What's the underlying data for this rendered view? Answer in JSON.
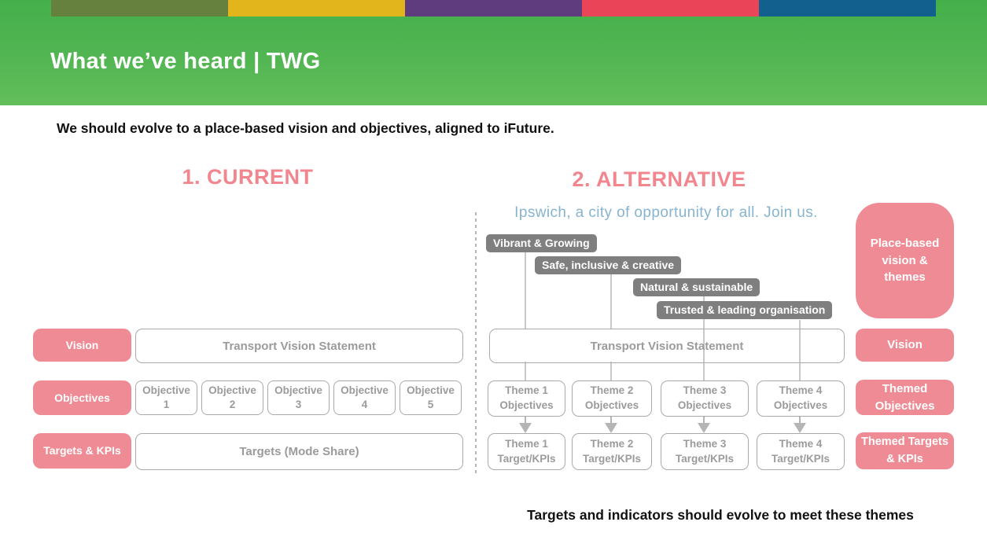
{
  "slide": {
    "title": "What we’ve heard | TWG",
    "intro": "We should evolve to a place-based vision and objectives, aligned to iFuture.",
    "footer_note": "Targets and indicators should evolve to meet these themes"
  },
  "colors": {
    "header_green": "#4fb451",
    "stripe_olive": "#66803e",
    "stripe_yellow": "#e2b51c",
    "stripe_purple": "#5e3c7d",
    "stripe_red": "#ea4458",
    "stripe_blue": "#11608d",
    "accent_pink": "#ef8b94",
    "heading_pink": "#f2868f",
    "theme_label_gray": "#7f7f7f",
    "box_border_gray": "#aaaaaa",
    "box_text_gray": "#9b9b9b",
    "quote_blue": "#87b4ce"
  },
  "row_labels": [
    "Vision",
    "Objectives",
    "Targets & KPIs"
  ],
  "current": {
    "heading": "1. CURRENT",
    "vision_box": "Transport Vision Statement",
    "objectives": [
      {
        "word": "Objective",
        "num": "1"
      },
      {
        "word": "Objective",
        "num": "2"
      },
      {
        "word": "Objective",
        "num": "3"
      },
      {
        "word": "Objective",
        "num": "4"
      },
      {
        "word": "Objective",
        "num": "5"
      }
    ],
    "targets_box": "Targets (Mode Share)"
  },
  "alternative": {
    "heading": "2. ALTERNATIVE",
    "vision_quote": "Ipswich, a city of opportunity for all. Join us.",
    "theme_labels": [
      "Vibrant & Growing",
      "Safe, inclusive & creative",
      "Natural & sustainable",
      "Trusted & leading organisation"
    ],
    "vision_box": "Transport Vision Statement",
    "theme_objectives": [
      {
        "line1": "Theme 1",
        "line2": "Objectives"
      },
      {
        "line1": "Theme 2",
        "line2": "Objectives"
      },
      {
        "line1": "Theme 3",
        "line2": "Objectives"
      },
      {
        "line1": "Theme 4",
        "line2": "Objectives"
      }
    ],
    "theme_targets": [
      {
        "line1": "Theme 1",
        "line2": "Target/KPIs"
      },
      {
        "line1": "Theme 2",
        "line2": "Target/KPIs"
      },
      {
        "line1": "Theme 3",
        "line2": "Target/KPIs"
      },
      {
        "line1": "Theme 4",
        "line2": "Target/KPIs"
      }
    ]
  },
  "right_labels": {
    "place_based": "Place-based vision & themes",
    "vision": "Vision",
    "themed_objectives": "Themed Objectives",
    "themed_targets": "Themed Targets & KPIs"
  }
}
